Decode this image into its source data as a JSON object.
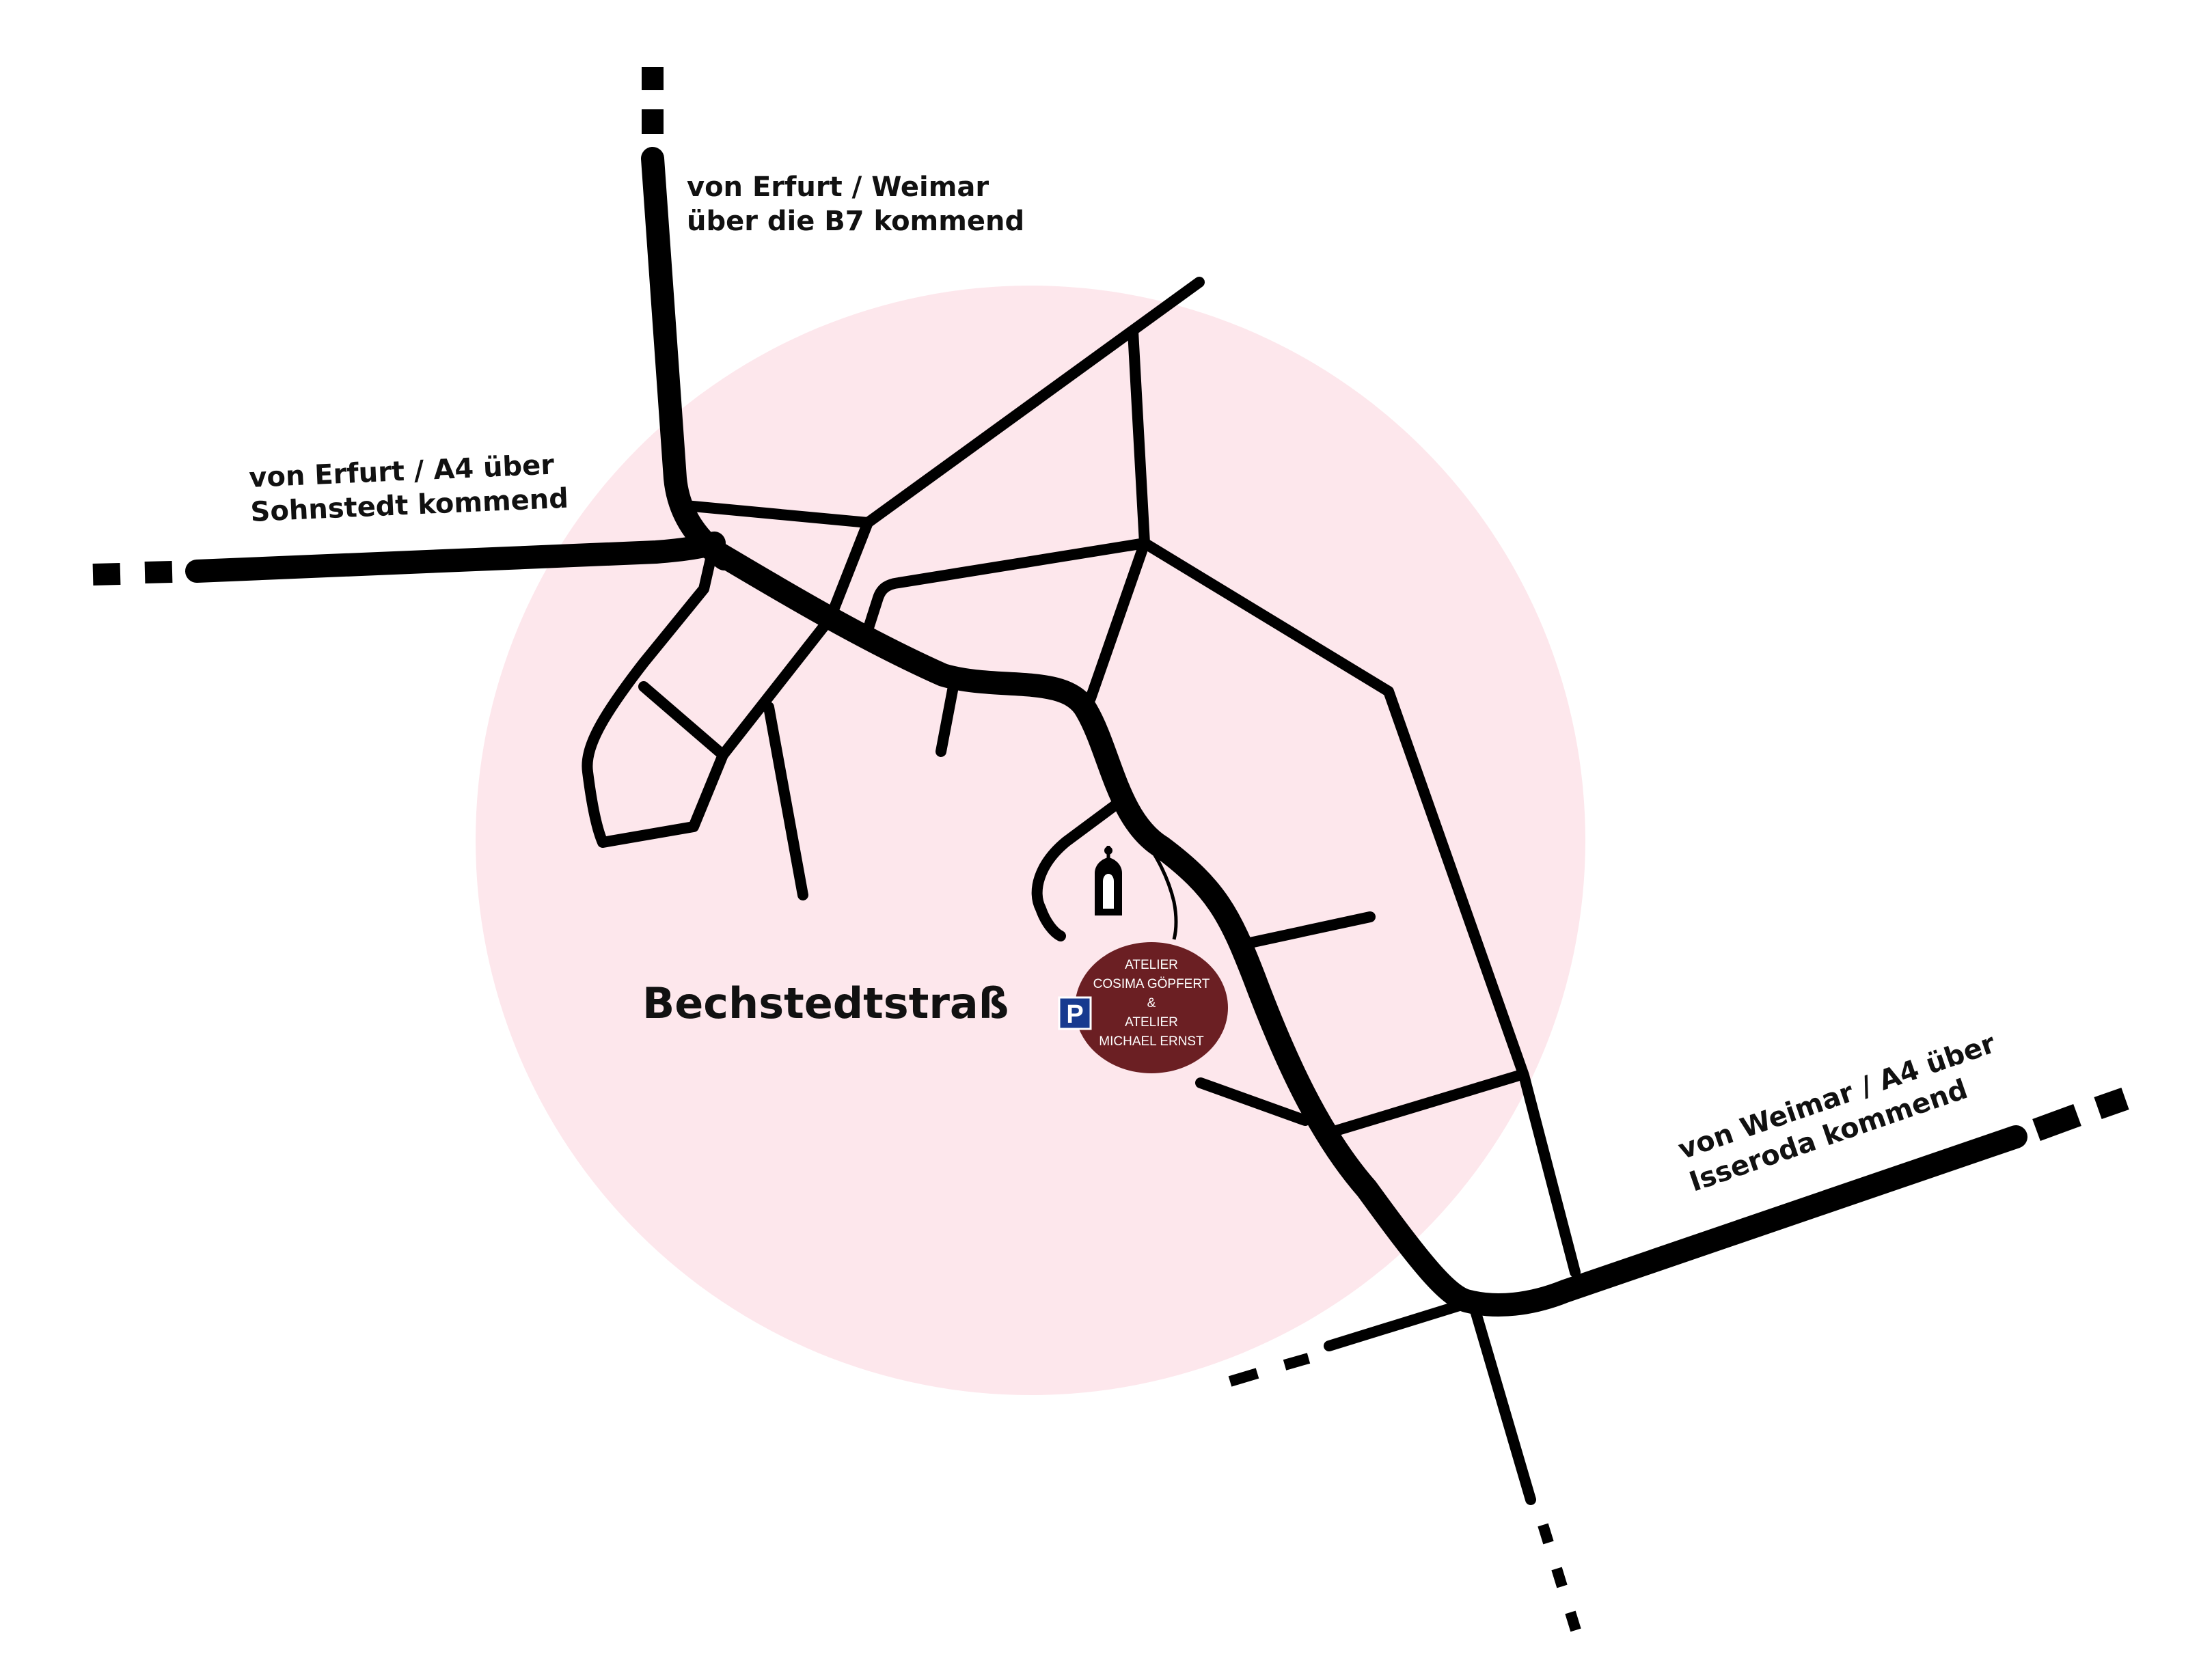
{
  "map": {
    "colors": {
      "area": "#fde7ec",
      "roads": "#000000",
      "atelier_marker": "#6b1f23",
      "parking": "#173a8f",
      "text": "#111111"
    },
    "directions": {
      "north": {
        "line1": "von Erfurt / Weimar",
        "line2": "über die B7 kommend"
      },
      "west": {
        "line1": "von Erfurt / A4 über",
        "line2": "Sohnstedt kommend"
      },
      "southeast": {
        "line1": "von Weimar / A4 über",
        "line2": "Isseroda kommend"
      }
    },
    "street_label": "Bechstedtstraß",
    "atelier": {
      "line1": "ATELIER",
      "line2": "COSIMA GÖPFERT",
      "line3": "&",
      "line4": "ATELIER",
      "line5": "MICHAEL ERNST"
    },
    "parking": {
      "label": "P",
      "icon": "parking-sign-icon"
    },
    "landmark_icon": "church-icon"
  }
}
